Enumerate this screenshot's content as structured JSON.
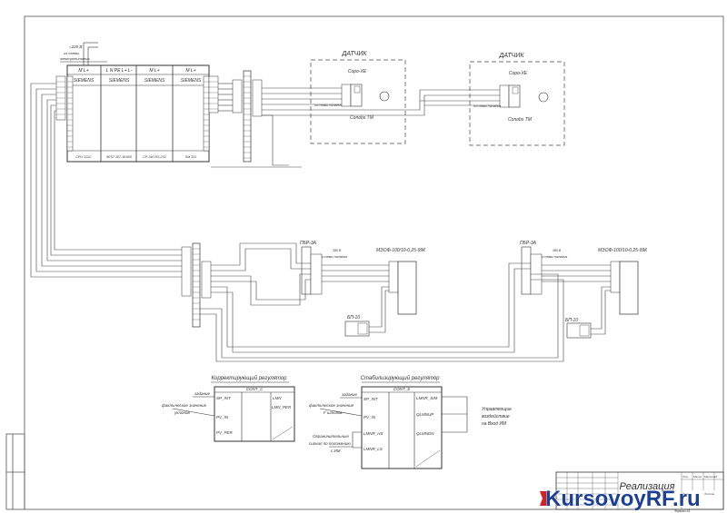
{
  "plc": {
    "top_labels": [
      "=220 В",
      "из схемы",
      "электропитания"
    ],
    "slot_headers": [
      "M L+",
      "L N PE L+ L-",
      "M L+",
      "M L+"
    ],
    "brand": "SIEMENS",
    "module_names": [
      "CPU 312С",
      "6ES7 307-1EA00",
      "CP-340 RS-232",
      "SM 331"
    ]
  },
  "sensors": [
    {
      "title": "ДАТЧИК",
      "model": "Copo-XE",
      "sub": "Conobs ТМ",
      "note": "из схемы питания"
    },
    {
      "title": "ДАТЧИК",
      "model": "Copo-XE",
      "sub": "Conobs ТМ",
      "note": "из схемы питания"
    }
  ],
  "actuators": [
    {
      "relay": "ПБР-3А",
      "motor": "МЭОФ-100/10-0,25-99К",
      "block": "БП-10",
      "supply": "380 В",
      "note": "из схемы питания"
    },
    {
      "relay": "ПБР-3А",
      "motor": "МЭОФ-100/10-0,25-99К",
      "block": "БП-10",
      "supply": "380 В",
      "note": "из схемы питания"
    }
  ],
  "reg1": {
    "title": "Корректирующий регулятор",
    "name": "CONT_C",
    "in_pins": [
      "SP_INT",
      "PV_IN",
      "PV_PER"
    ],
    "out_pins": [
      "LMN",
      "LMN_PER"
    ],
    "in_labels": [
      "задание",
      "фактическое значение",
      "уклонов"
    ]
  },
  "reg2": {
    "title": "Стабилизирующий регулятор",
    "name": "CONT_S",
    "in_pins": [
      "SP_INT",
      "PV_IN",
      "LMNR_HS",
      "LMNR_LS"
    ],
    "out_pins": [
      "LMNR_SIM",
      "QLMNUP",
      "QLMNDN"
    ],
    "in_labels": [
      "задание",
      "фактическое значение",
      "F шлюзов",
      "Ограничительные",
      "сигнал по положению",
      "с ИМ"
    ],
    "out_labels": [
      "Управляющие",
      "воздействие",
      "на Вход ИМ"
    ]
  },
  "title_block": {
    "title": "Реализация",
    "small": [
      "Лит.",
      "Масса",
      "Масштаб",
      "Лист",
      "Листов"
    ],
    "footer": "Формат А1"
  },
  "watermark": "KursovoyRF.ru"
}
